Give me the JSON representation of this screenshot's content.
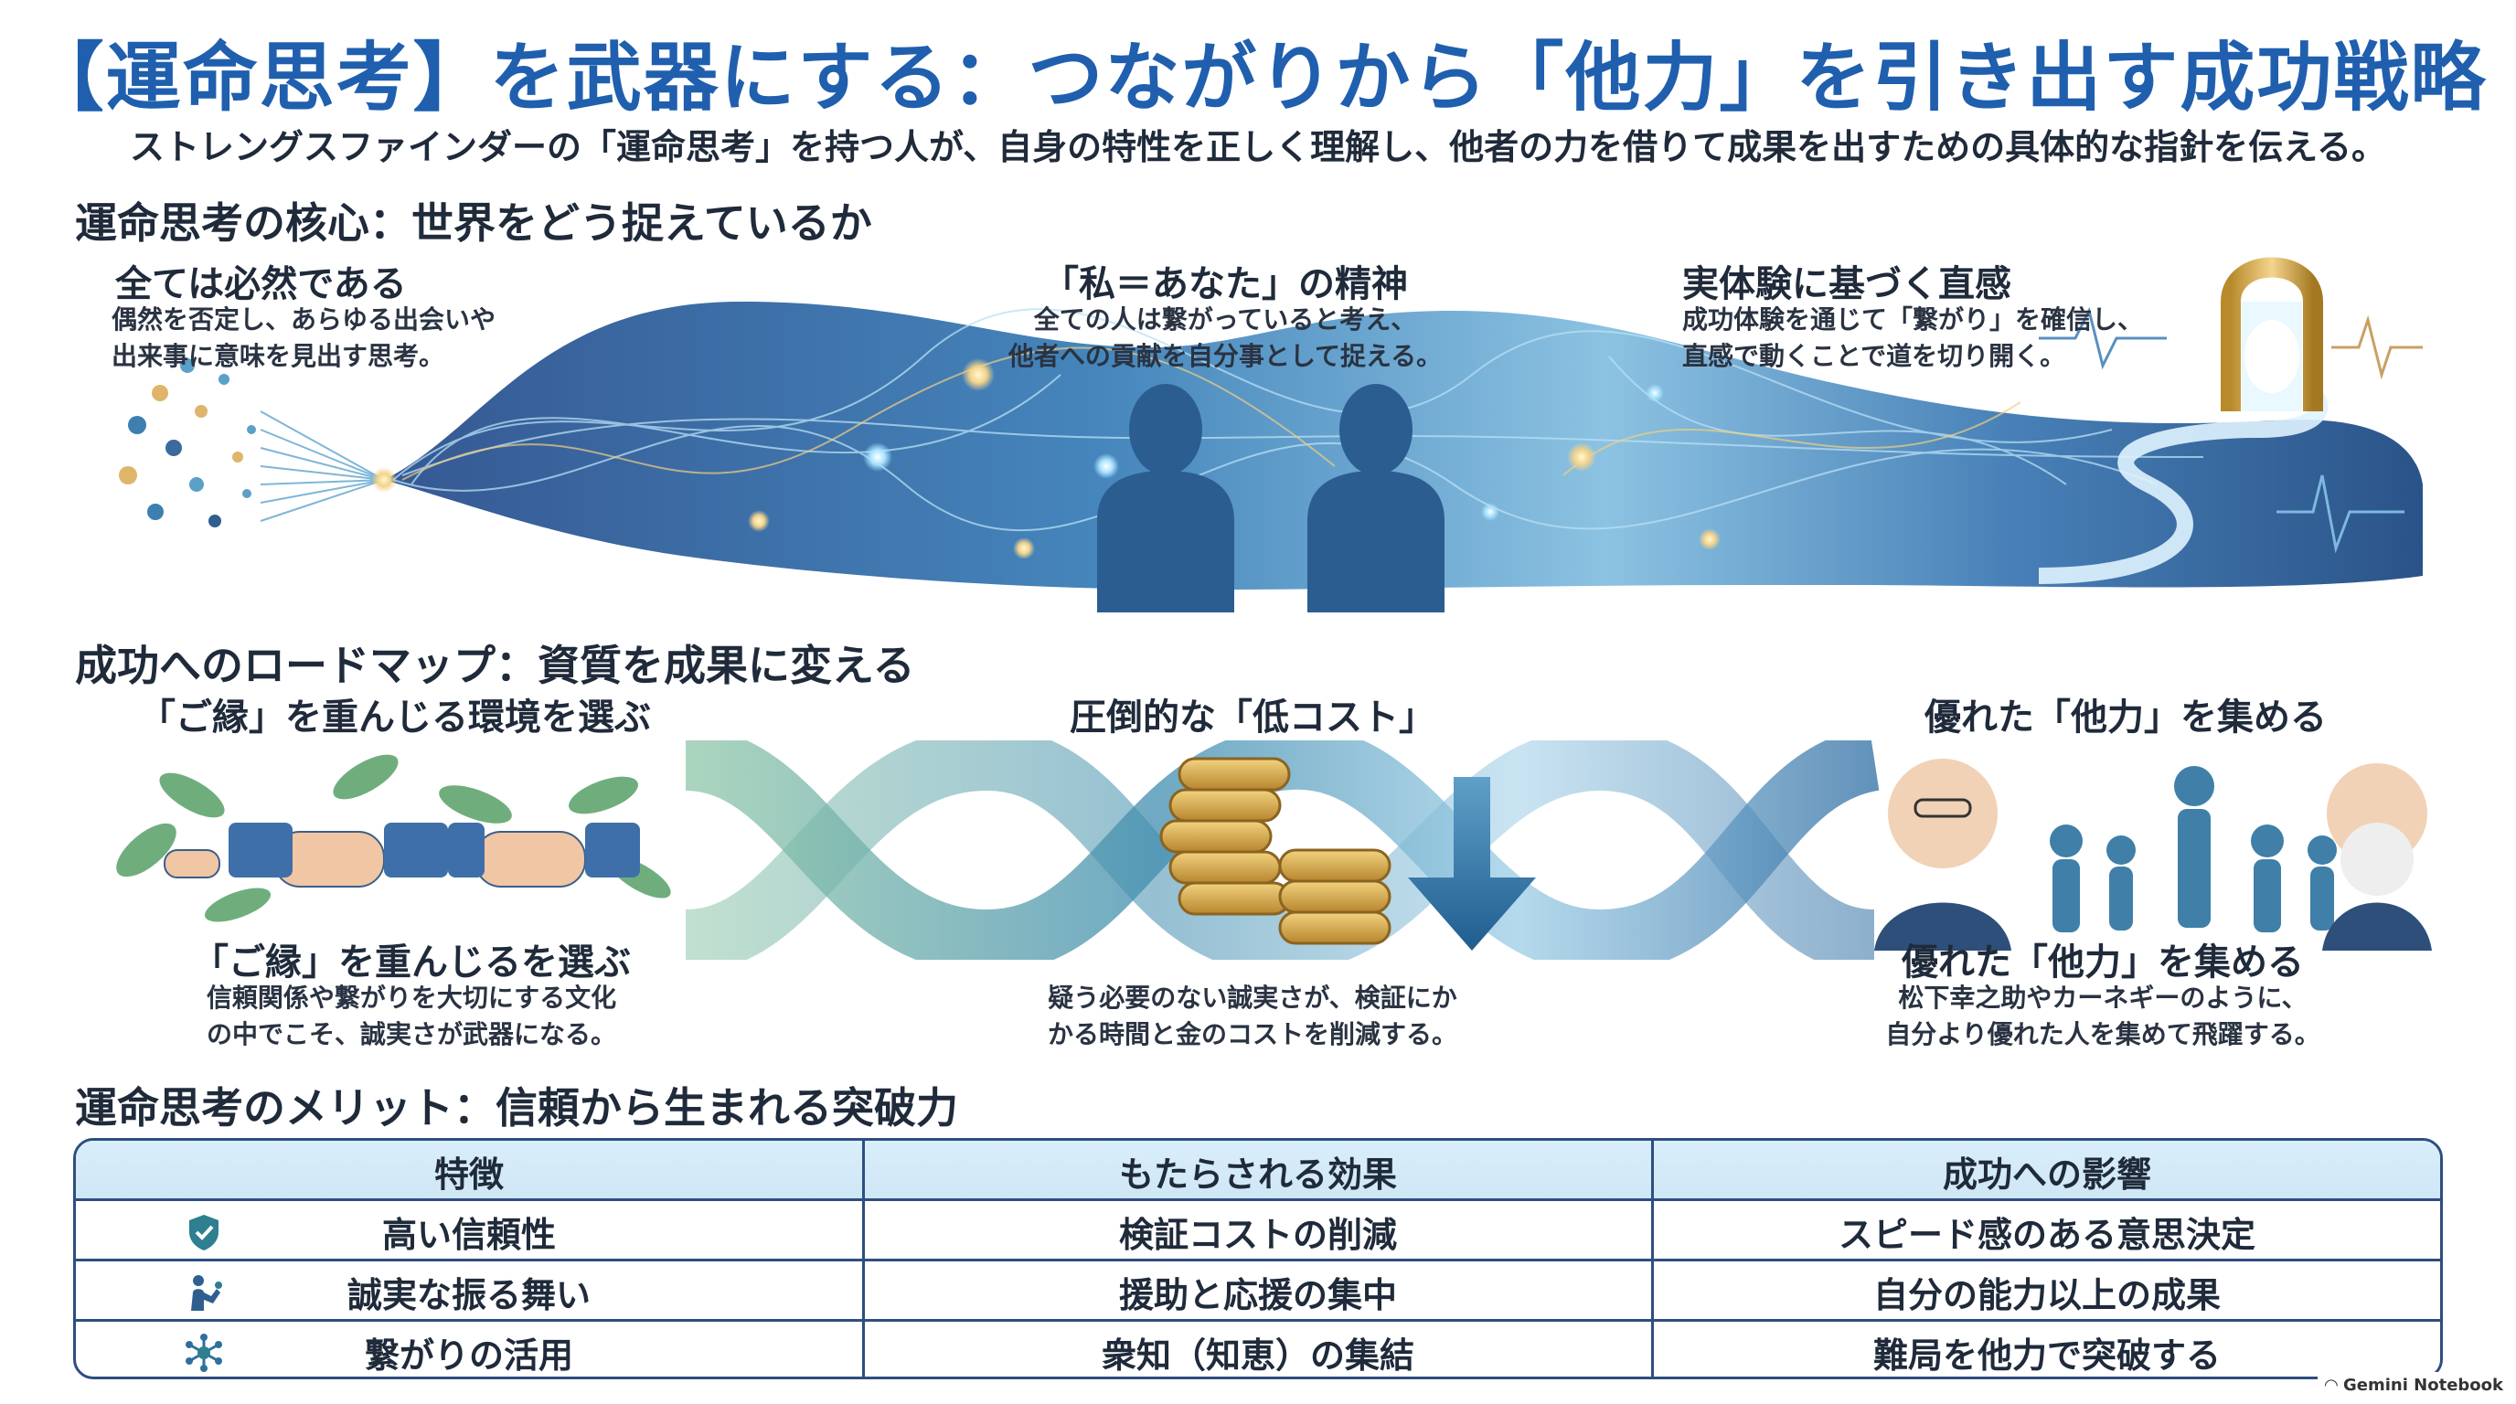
{
  "title": "【運命思考】を武器にする：つながりから「他力」を引き出す成功戦略",
  "subtitle": "ストレングスファインダーの「運命思考」を持つ人が、自身の特性を正しく理解し、他者の力を借りて成果を出すための具体的な指針を伝える。",
  "section1": {
    "heading": "運命思考の核心：世界をどう捉えているか",
    "cards": [
      {
        "title": "全ては必然である",
        "lines": [
          "偶然を否定し、あらゆる出会いや",
          "出来事に意味を見出す思考。"
        ]
      },
      {
        "title": "「私＝あなた」の精神",
        "lines": [
          "全ての人は繋がっていると考え、",
          "他者への貢献を自分事として捉える。"
        ]
      },
      {
        "title": "実体験に基づく直感",
        "lines": [
          "成功体験を通じて「繋がり」を確信し、",
          "直感で動くことで道を切り開く。"
        ]
      }
    ]
  },
  "section2": {
    "heading": "成功へのロードマップ：資質を成果に変える",
    "top_labels": [
      "「ご縁」を重んじる環境を選ぶ",
      "圧倒的な「低コスト」",
      "優れた「他力」を集める"
    ],
    "cards": [
      {
        "title": "「ご縁」を重んじるを選ぶ",
        "lines": [
          "信頼関係や繋がりを大切にする文化",
          "の中でこそ、誠実さが武器になる。"
        ]
      },
      {
        "title": "",
        "lines": [
          "疑う必要のない誠実さが、検証にか",
          "かる時間と金のコストを削減する。"
        ]
      },
      {
        "title": "優れた「他力」を集める",
        "lines": [
          "松下幸之助やカーネギーのように、",
          "自分より優れた人を集めて飛躍する。"
        ]
      }
    ]
  },
  "section3": {
    "heading": "運命思考のメリット：信頼から生まれる突破力",
    "table": {
      "headers": [
        "特徴",
        "もたらされる効果",
        "成功への影響"
      ],
      "rows": [
        {
          "icon": "shield-check-icon",
          "cells": [
            "高い信頼性",
            "検証コストの削減",
            "スピード感のある意思決定"
          ]
        },
        {
          "icon": "person-reaching-icon",
          "cells": [
            "誠実な振る舞い",
            "援助と応援の集中",
            "自分の能力以上の成果"
          ]
        },
        {
          "icon": "network-icon",
          "cells": [
            "繋がりの活用",
            "衆知（知恵）の集結",
            "難局を他力で突破する"
          ]
        }
      ]
    }
  },
  "footer": {
    "badge": "Gemini Notebook"
  },
  "colors": {
    "title_blue": "#1f5fae",
    "table_border": "#2d4e80",
    "table_head": "#d9eefa",
    "accent_teal": "#2e7f8f",
    "gold": "#d8a94a"
  }
}
